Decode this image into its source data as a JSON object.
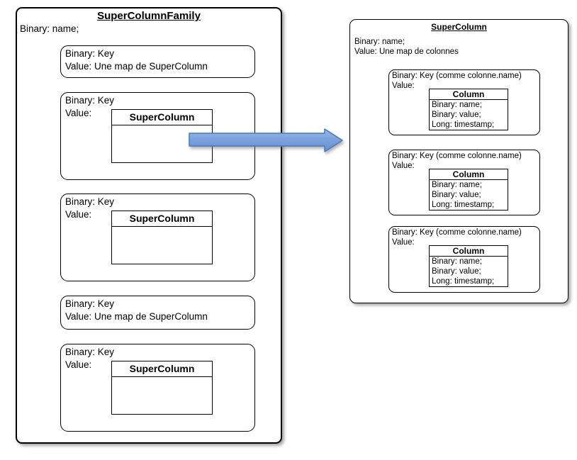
{
  "left": {
    "title": "SuperColumnFamily",
    "name_field": "Binary: name;",
    "boxes": [
      {
        "line1": "Binary: Key",
        "line2": "Value: Une map de SuperColumn"
      },
      {
        "line1": "Binary: Key",
        "line2": "Value:",
        "table_title": "SuperColumn"
      },
      {
        "line1": "Binary: Key",
        "line2": "Value:",
        "table_title": "SuperColumn"
      },
      {
        "line1": "Binary: Key",
        "line2": "Value: Une map de SuperColumn"
      },
      {
        "line1": "Binary: Key",
        "line2": "Value:",
        "table_title": "SuperColumn"
      }
    ]
  },
  "right": {
    "title": "SuperColumn",
    "name_field": "Binary: name;",
    "value_field": "Value: Une map de colonnes",
    "boxes": [
      {
        "line1": "Binary: Key (comme colonne.name)",
        "line2": "Value:",
        "table_title": "Column",
        "rows": [
          "Binary: name;",
          "Binary: value;",
          "Long: timestamp;"
        ]
      },
      {
        "line1": "Binary: Key (comme colonne.name)",
        "line2": "Value:",
        "table_title": "Column",
        "rows": [
          "Binary: name;",
          "Binary: value;",
          "Long: timestamp;"
        ]
      },
      {
        "line1": "Binary: Key (comme colonne.name)",
        "line2": "Value:",
        "table_title": "Column",
        "rows": [
          "Binary: name;",
          "Binary: value;",
          "Long: timestamp;"
        ]
      }
    ]
  },
  "arrow": {
    "meaning": "super-column-detail-arrow",
    "fill_top": "#9bb9e8",
    "fill_bottom": "#6490d3",
    "stroke": "#4a79bb"
  }
}
